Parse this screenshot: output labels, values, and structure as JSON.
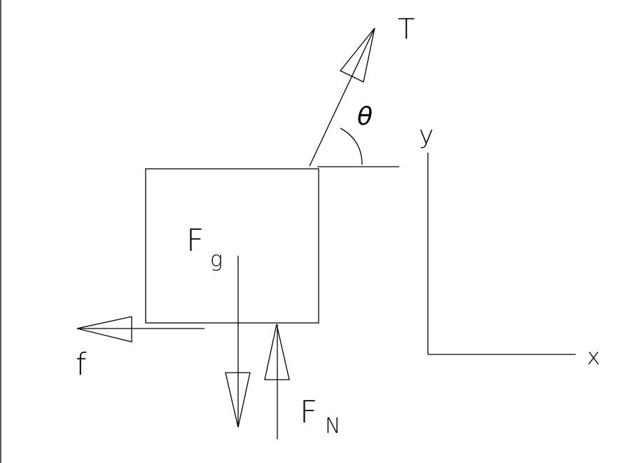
{
  "labels": {
    "tension": "T",
    "angle": "θ",
    "y_axis": "y",
    "x_axis": "x",
    "gravity_main": "F",
    "gravity_sub": "g",
    "normal_main": "F",
    "normal_sub": "N",
    "friction": "f"
  },
  "colors": {
    "stroke": "#000000",
    "background": "#ffffff"
  }
}
